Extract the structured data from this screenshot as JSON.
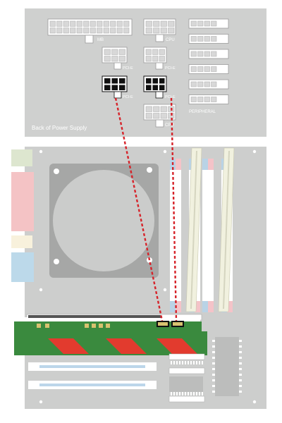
{
  "power_supply": {
    "caption": "Back of Power Supply",
    "labels": {
      "mb": "MB",
      "cpu_top": "CPU",
      "pcie_1": "PCI-E",
      "pcie_2": "PCI-E",
      "pcie_3": "PCI-E",
      "pcie_4": "PCI-E",
      "cpu_bottom": "CPU",
      "peripheral": "PERIPHERAL"
    },
    "peripheral_count": 6,
    "highlighted_connectors": [
      "pcie_3",
      "pcie_4"
    ]
  },
  "motherboard": {
    "ram_slots": 4,
    "pcie_slots": 2,
    "gpu_installed": true
  },
  "cables": [
    {
      "from": "pcie_3",
      "to": "gpu_power_left",
      "style": "dashed"
    },
    {
      "from": "pcie_4",
      "to": "gpu_power_right",
      "style": "dashed"
    }
  ],
  "colors": {
    "psu_panel": "#cfd0cf",
    "board": "#cdcecd",
    "cable": "#d6232a",
    "gpu_pcb": "#3a8a3e",
    "gpu_stripe": "#e23b2e",
    "ram_slot_blue": "#b9d3e6",
    "ram_slot_pink": "#f4c3c8",
    "ram_stick": "#f1f1df",
    "io_pink": "#f4c3c5",
    "io_blue": "#bcd9ea",
    "io_cream": "#f8f1dc",
    "io_green": "#dde6cf",
    "connector_dark": "#111111"
  }
}
